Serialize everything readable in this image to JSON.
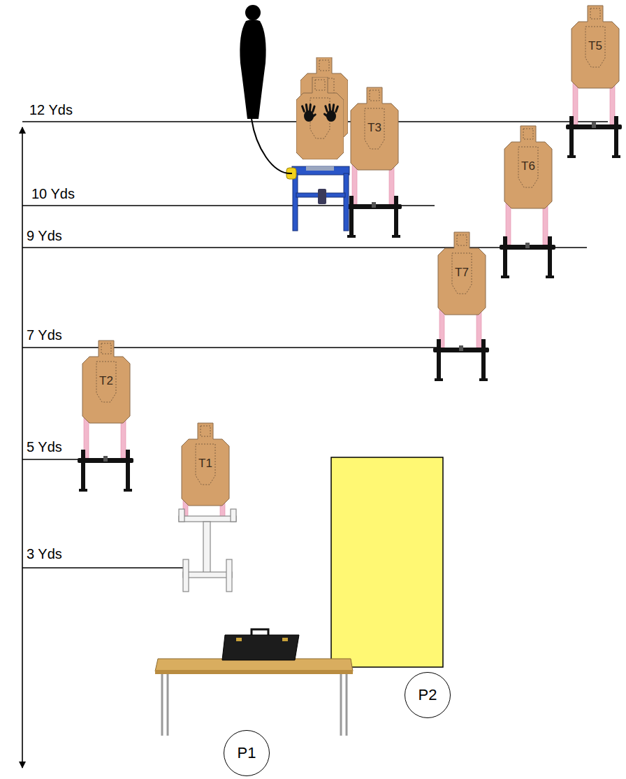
{
  "diagram": {
    "nodes": [
      {
        "text": [
          "T5"
        ]
      },
      {
        "text": [
          "T3"
        ]
      },
      {
        "text": [
          "T6"
        ]
      },
      {
        "text": [
          "T7"
        ]
      },
      {
        "text": [
          "T2"
        ]
      },
      {
        "text": [
          "T1"
        ]
      },
      {
        "text": [
          "P2"
        ]
      },
      {
        "text": [
          "P1"
        ]
      }
    ],
    "labels": [
      "12 Yds",
      "10 Yds",
      "9 Yds",
      "7 Yds",
      "5 Yds",
      "3 Yds"
    ]
  }
}
